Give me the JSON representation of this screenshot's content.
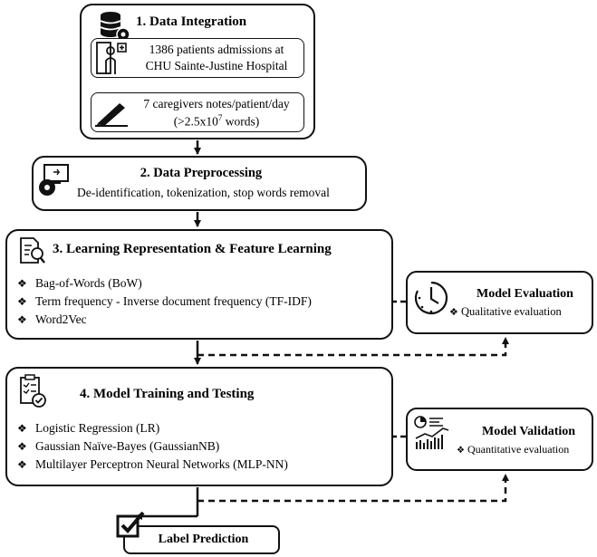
{
  "step1": {
    "title": "1. Data Integration",
    "box_a_line1": "1386 patients admissions at",
    "box_a_line2": "CHU Sainte-Justine Hospital",
    "box_b_line1": "7 caregivers notes/patient/day",
    "box_b_line2_pre": "(>2.5x10",
    "box_b_line2_sup": "7",
    "box_b_line2_post": " words)"
  },
  "step2": {
    "title": "2. Data Preprocessing",
    "subtitle": "De-identification, tokenization, stop words removal"
  },
  "step3": {
    "title": "3. Learning Representation & Feature Learning",
    "items": [
      "Bag-of-Words (BoW)",
      "Term frequency - Inverse document frequency (TF-IDF)",
      "Word2Vec"
    ]
  },
  "evaluation": {
    "title": "Model Evaluation",
    "item": "Qualitative evaluation"
  },
  "step4": {
    "title": "4. Model Training and Testing",
    "items": [
      "Logistic Regression (LR)",
      "Gaussian Naïve-Bayes (GaussianNB)",
      "Multilayer Perceptron Neural Networks (MLP-NN)"
    ]
  },
  "validation": {
    "title": "Model Validation",
    "item": "Quantitative evaluation"
  },
  "prediction": {
    "title": "Label Prediction"
  },
  "bullet_glyph": "❖",
  "icons": [
    "database-gear-icon",
    "patient-door-icon",
    "pen-writing-icon",
    "monitor-disc-icon",
    "document-search-icon",
    "clipboard-check-icon",
    "clock-icon",
    "analytics-chart-icon",
    "checkbox-icon"
  ]
}
